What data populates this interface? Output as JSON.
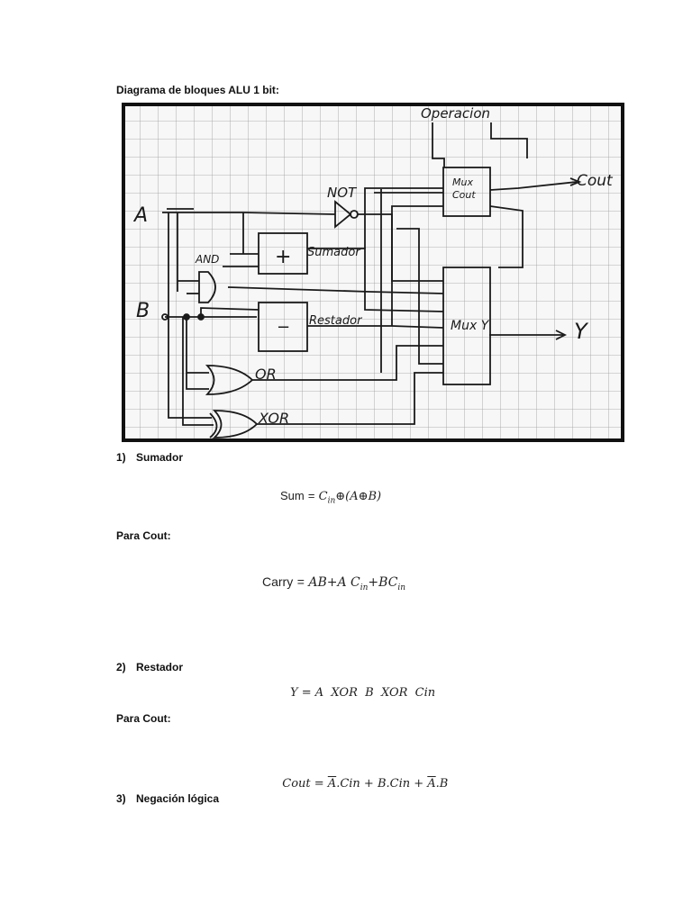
{
  "document": {
    "title": "Diagrama de bloques ALU 1 bit:"
  },
  "diagram": {
    "labels": {
      "operacion": "Operacion",
      "mux_cout": [
        "Mux",
        "Cout"
      ],
      "cout_out": "Cout",
      "not": "NOT",
      "a": "A",
      "and": "AND",
      "plus": "+",
      "sumador": "Sumador",
      "b": "B",
      "minus": "−",
      "restador": "Restador",
      "mux_y": "Mux Y",
      "y_out": "Y",
      "or": "OR",
      "xor": "XOR"
    }
  },
  "sections": [
    {
      "number": "1)",
      "heading": "Sumador",
      "sum_formula": {
        "lhs": "Sum",
        "eq": "=",
        "c": "C",
        "c_sub": "in",
        "rest": "⊕(A⊕B)"
      },
      "para_cout": "Para Cout:",
      "carry_formula": {
        "lhs": "Carry",
        "eq": "=",
        "t1": "AB+A C",
        "s1": "in",
        "t2": "+BC",
        "s2": "in"
      }
    },
    {
      "number": "2)",
      "heading": "Restador",
      "y_formula": "Y = A  XOR  B  XOR  Cin",
      "para_cout": "Para Cout:",
      "cout_formula": {
        "lhs": "Cout = ",
        "a1": "A",
        "mid": ".Cin + B.Cin + ",
        "a2": "A",
        "end": ".B"
      }
    },
    {
      "number": "3)",
      "heading": "Negación lógica"
    }
  ]
}
